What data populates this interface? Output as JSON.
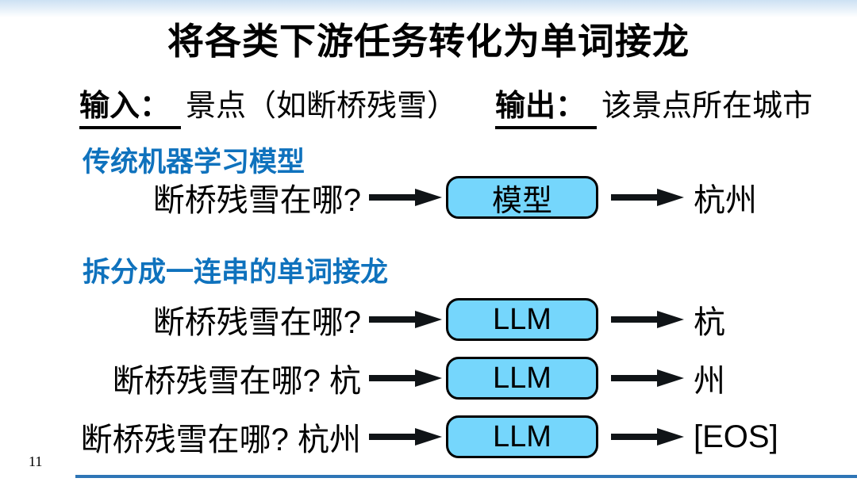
{
  "slide": {
    "title": "将各类下游任务转化为单词接龙",
    "page_number": "11",
    "io": {
      "input_label": "输入：",
      "input_value": "景点（如断桥残雪）",
      "output_label": "输出：",
      "output_value": "该景点所在城市"
    },
    "sections": [
      {
        "heading": "传统机器学习模型",
        "rows": [
          {
            "input": "断桥残雪在哪?",
            "box": "模型",
            "output": "杭州"
          }
        ]
      },
      {
        "heading": "拆分成一连串的单词接龙",
        "rows": [
          {
            "input": "断桥残雪在哪?",
            "box": "LLM",
            "output": "杭"
          },
          {
            "input": "断桥残雪在哪? 杭",
            "box": "LLM",
            "output": "州"
          },
          {
            "input": "断桥残雪在哪? 杭州",
            "box": "LLM",
            "output": "[EOS]"
          }
        ]
      }
    ],
    "colors": {
      "heading_blue": "#0f72bd",
      "box_fill": "#75d6fc",
      "box_border": "#000000",
      "arrow_black": "#101417",
      "bottom_bar": "#2e75b6",
      "top_gradient": "#cde1f3"
    }
  }
}
